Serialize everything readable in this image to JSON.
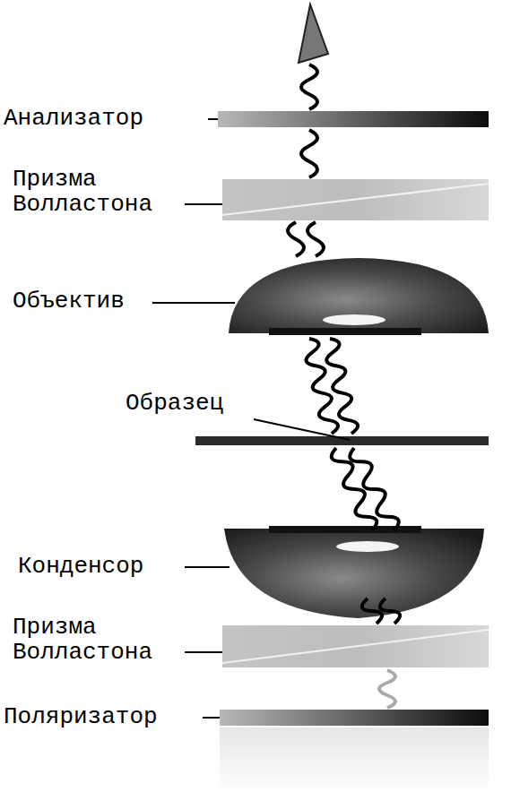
{
  "diagram": {
    "labels": [
      "Анализатор",
      "Призма Волластона",
      "Объектив",
      "Образец",
      "Конденсор",
      "Призма Волластона",
      "Поляризатор"
    ]
  }
}
